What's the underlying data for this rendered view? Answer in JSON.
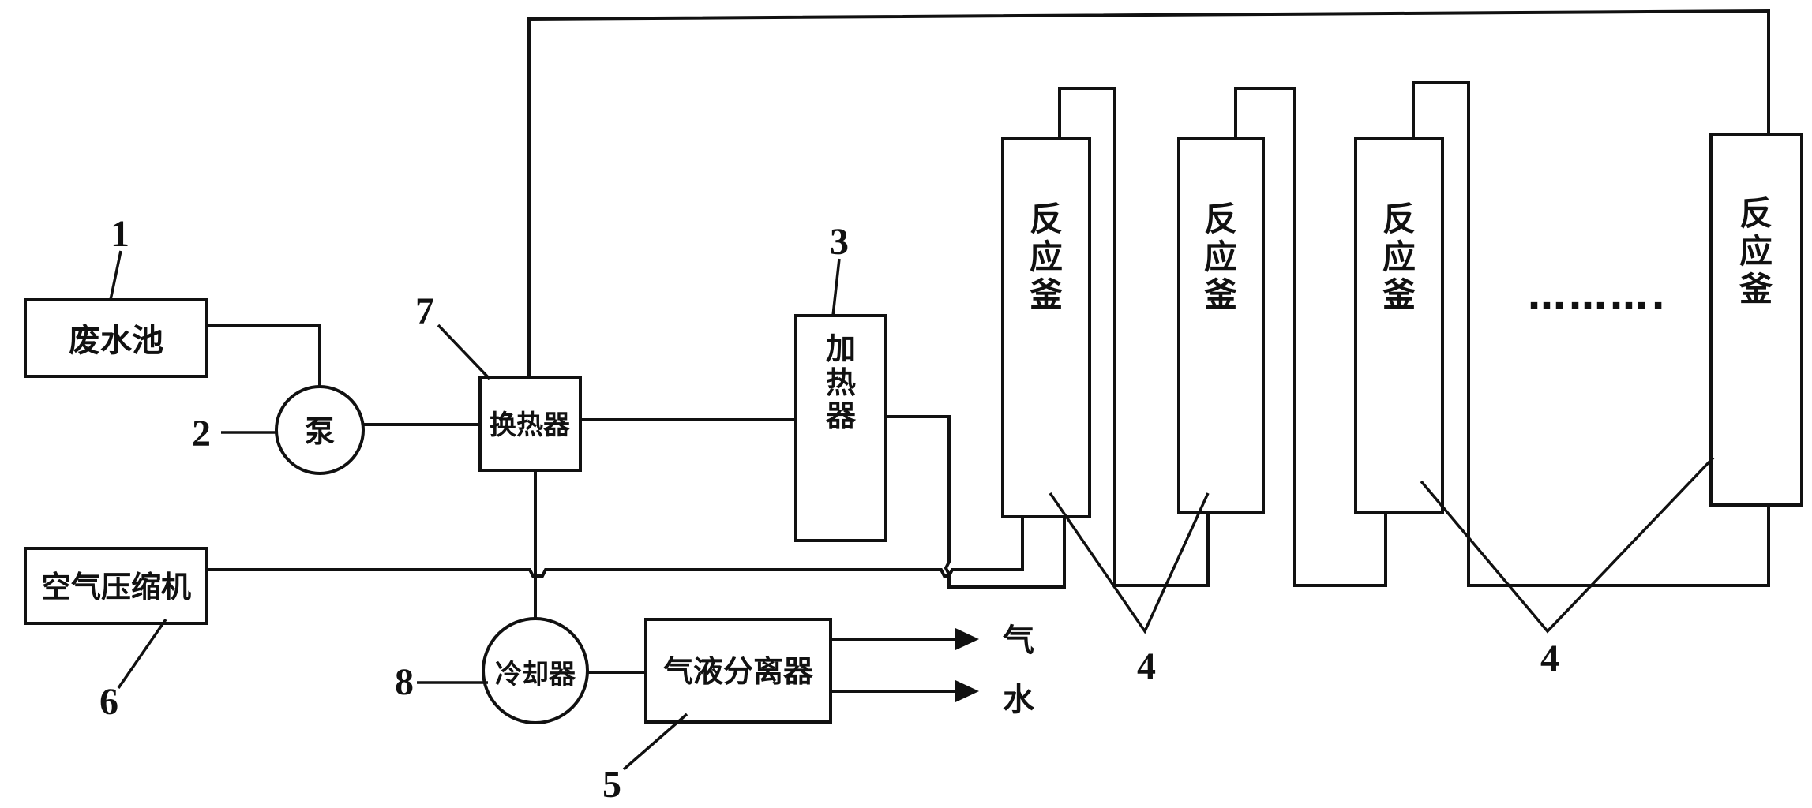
{
  "components": {
    "wastewater_tank": "废水池",
    "pump": "泵",
    "heat_exchanger": "换热器",
    "heater": [
      "加",
      "热",
      "器"
    ],
    "reactor": [
      "反",
      "应",
      "釜"
    ],
    "air_compressor": "空气压缩机",
    "cooler": "冷却器",
    "gas_liquid_separator": "气液分离器"
  },
  "outputs": {
    "gas": "气",
    "water": "水"
  },
  "ellipsis": "……….",
  "numbers": {
    "n1": "1",
    "n2": "2",
    "n3": "3",
    "n4a": "4",
    "n4b": "4",
    "n5": "5",
    "n6": "6",
    "n7": "7",
    "n8": "8"
  }
}
